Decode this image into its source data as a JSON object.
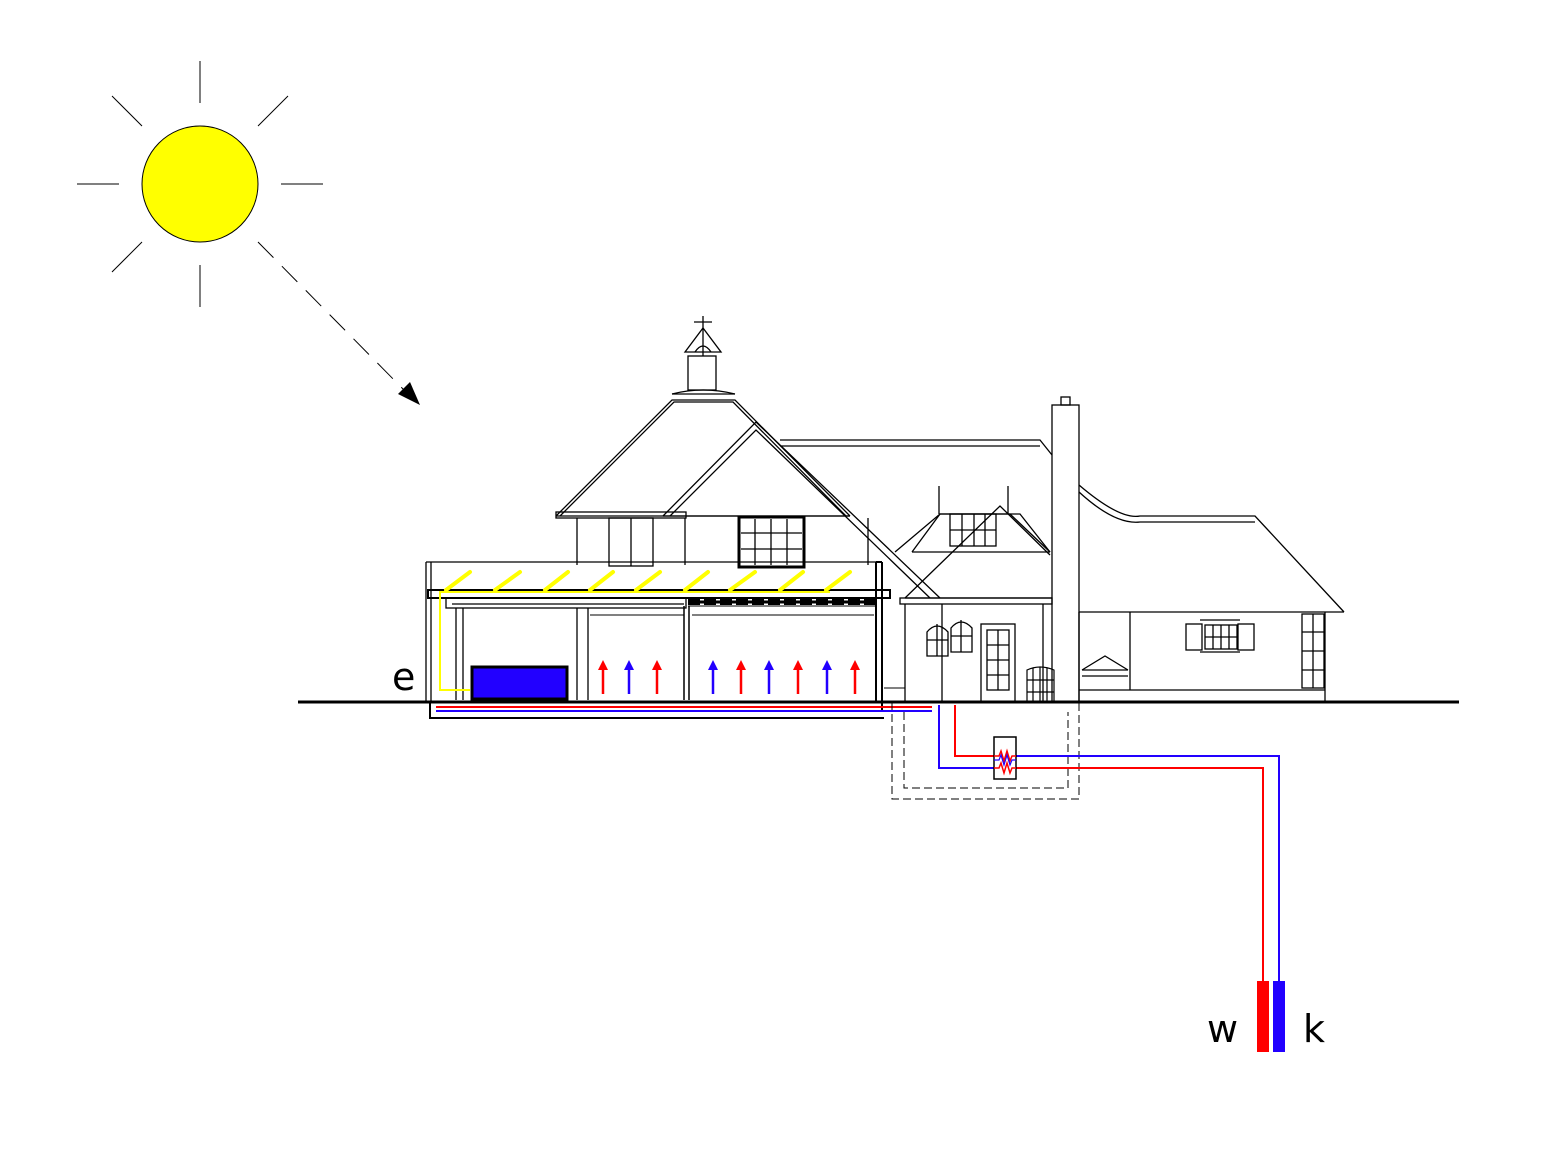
{
  "labels": {
    "electric": "e",
    "warm": "w",
    "cold": "k"
  },
  "colors": {
    "sun": "#ffff00",
    "warm": "#ff0000",
    "cold": "#2200ff",
    "collector": "#ffff00",
    "storage": "#2200ff",
    "line": "#000000"
  },
  "icons": {
    "sun": "sun-icon",
    "rays": "sun-rays",
    "sunlight": "dashed-arrow",
    "weathervane": "weathervane-icon",
    "heat_exchanger": "heat-exchanger-icon",
    "barrel": "barrel-icon"
  }
}
